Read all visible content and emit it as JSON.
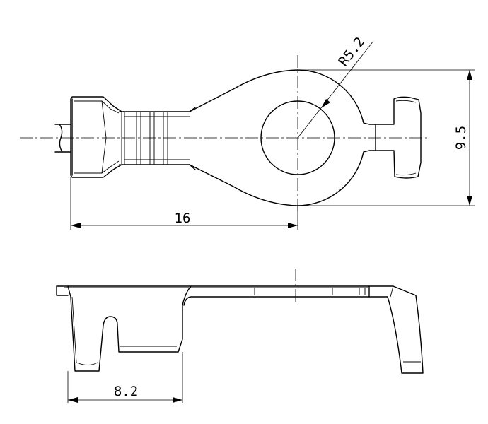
{
  "dimensions": {
    "length": "16",
    "width": "9.5",
    "radius": "R5.2",
    "side_length": "8.2"
  }
}
